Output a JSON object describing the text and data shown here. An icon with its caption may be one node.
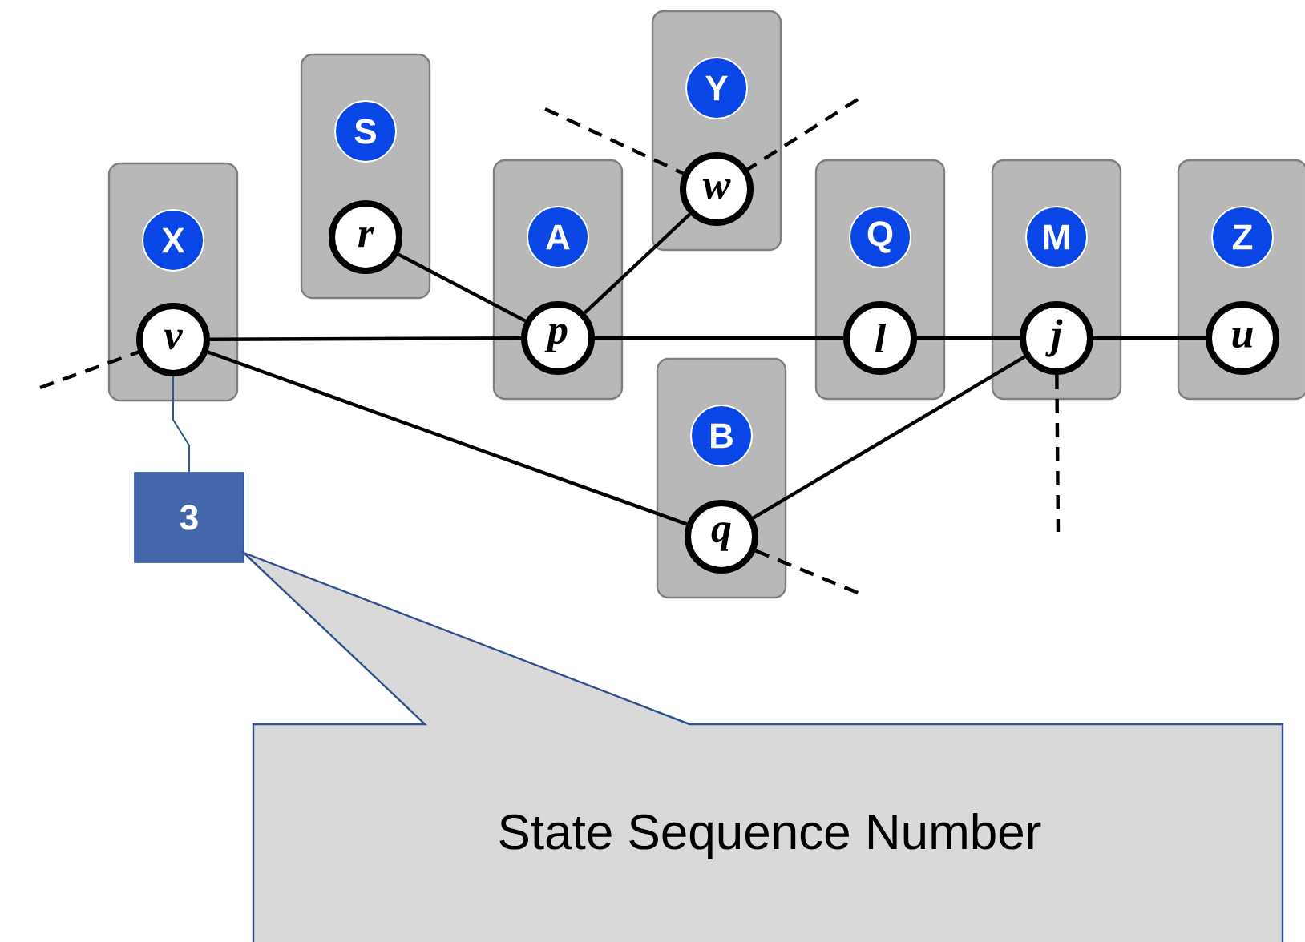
{
  "diagram": {
    "nodes": [
      {
        "text": [],
        "shape": "box"
      },
      {
        "text": [
          "X"
        ],
        "in": 0
      },
      {
        "text": [
          "v"
        ],
        "in": 0
      },
      {
        "text": [],
        "shape": "box"
      },
      {
        "text": [
          "S"
        ],
        "in": 3
      },
      {
        "text": [
          "r"
        ],
        "in": 3
      },
      {
        "text": [],
        "shape": "box"
      },
      {
        "text": [
          "Y"
        ],
        "in": 6
      },
      {
        "text": [
          "w"
        ],
        "in": 6
      },
      {
        "text": [],
        "shape": "box"
      },
      {
        "text": [
          "A"
        ],
        "in": 9
      },
      {
        "text": [
          "p"
        ],
        "in": 9
      },
      {
        "text": [],
        "shape": "box"
      },
      {
        "text": [
          "Q"
        ],
        "in": 12
      },
      {
        "text": [
          "l"
        ],
        "in": 12
      },
      {
        "text": [],
        "shape": "box"
      },
      {
        "text": [
          "M"
        ],
        "in": 15
      },
      {
        "text": [
          "j"
        ],
        "in": 15
      },
      {
        "text": [],
        "shape": "box"
      },
      {
        "text": [
          "Z"
        ],
        "in": 18
      },
      {
        "text": [
          "u"
        ],
        "in": 18
      },
      {
        "text": [],
        "shape": "box"
      },
      {
        "text": [
          "B"
        ],
        "in": 21
      },
      {
        "text": [
          "q"
        ],
        "in": 21
      },
      {
        "text": [
          "3"
        ]
      },
      {
        "text": [
          "State Sequence Number"
        ]
      }
    ],
    "edges": [
      {
        "from": 2,
        "to": 11,
        "arrow": "none"
      },
      {
        "from": 2,
        "to": 23,
        "arrow": "none"
      },
      {
        "from": 5,
        "to": 11,
        "arrow": "none"
      },
      {
        "from": 11,
        "to": 8,
        "arrow": "none"
      },
      {
        "from": 11,
        "to": 14,
        "arrow": "none"
      },
      {
        "from": 14,
        "to": 17,
        "arrow": "none"
      },
      {
        "from": 17,
        "to": 20,
        "arrow": "none"
      },
      {
        "from": 23,
        "to": 17,
        "arrow": "none"
      },
      {
        "from": null,
        "to": 2,
        "arrow": "none",
        "style": "dashed"
      },
      {
        "from": null,
        "to": 8,
        "arrow": "none",
        "style": "dashed"
      },
      {
        "from": null,
        "to": 8,
        "arrow": "none",
        "style": "dashed"
      },
      {
        "from": 23,
        "to": null,
        "arrow": "none",
        "style": "dashed"
      },
      {
        "from": 17,
        "to": null,
        "arrow": "none",
        "style": "dashed"
      },
      {
        "from": 24,
        "to": 2,
        "arrow": "none",
        "color": "#2f5597"
      }
    ]
  }
}
